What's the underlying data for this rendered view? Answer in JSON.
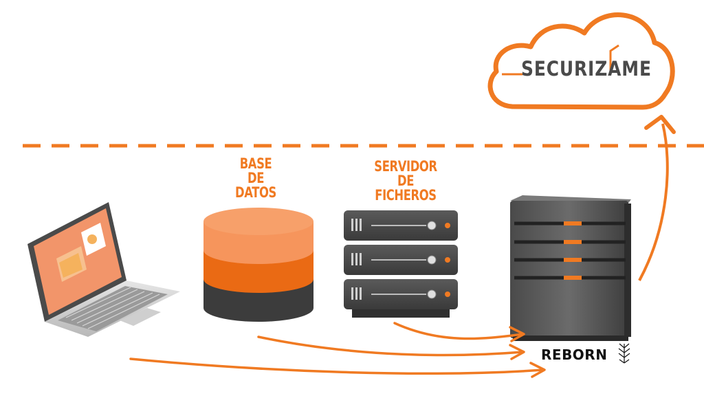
{
  "nodes": {
    "database_label_lines": [
      "BASE",
      "DE",
      "DATOS"
    ],
    "file_server_label_lines": [
      "SERVIDOR",
      "DE",
      "FICHEROS"
    ]
  },
  "logos": {
    "cloud_service": "SECURIZAME",
    "backup_server": "REBORN"
  },
  "icons": [
    "laptop-icon",
    "database-icon",
    "file-server-icon",
    "tower-server-icon",
    "cloud-icon"
  ],
  "colors": {
    "accent": "#f07a22",
    "dark": "#3b3b3b",
    "db_top": "#f7a06a",
    "db_mid": "#ea6a14",
    "db_bottom": "#3c3c3c"
  }
}
